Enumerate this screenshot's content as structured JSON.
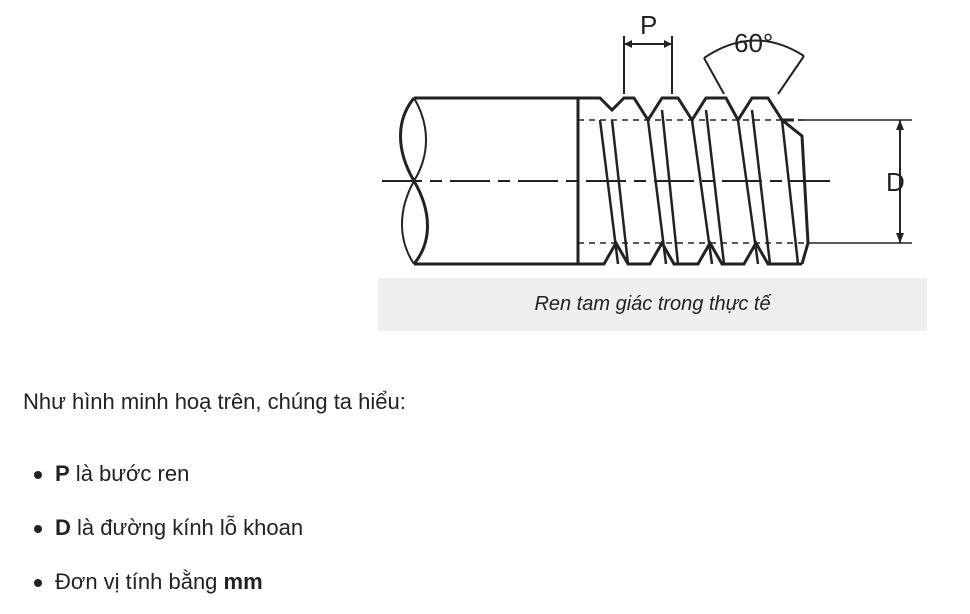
{
  "figure": {
    "labels": {
      "pitch": "P",
      "angle": "60°",
      "diameter": "D"
    },
    "caption": "Ren tam giác trong thực tế"
  },
  "intro": "Như hình minh hoạ trên, chúng ta hiểu:",
  "bullets": [
    {
      "bold": "P",
      "text": " là bước ren"
    },
    {
      "bold": "D",
      "text": " là đường kính lỗ khoan"
    },
    {
      "text": "Đơn vị tính bằng ",
      "bold": "mm"
    }
  ]
}
